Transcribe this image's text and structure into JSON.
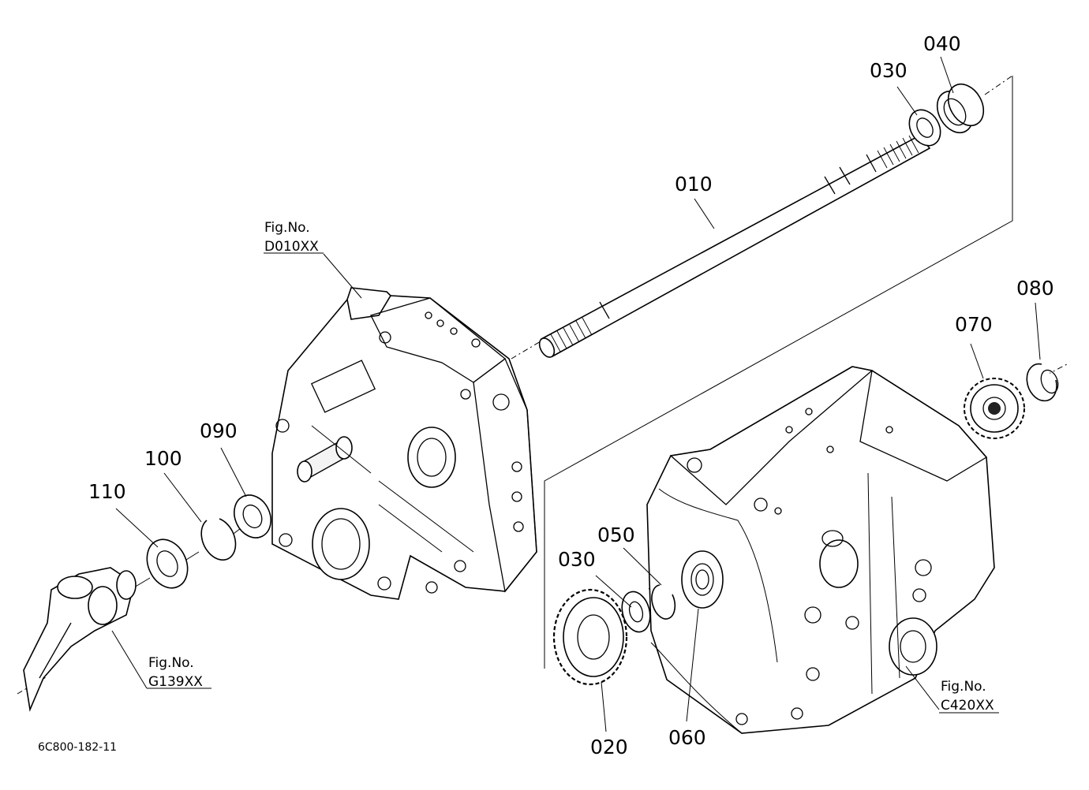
{
  "diagram": {
    "drawing_code": "6C800-182-11",
    "part_numbers": {
      "p010": "010",
      "p020": "020",
      "p030a": "030",
      "p030b": "030",
      "p040": "040",
      "p050": "050",
      "p060": "060",
      "p070": "070",
      "p080": "080",
      "p090": "090",
      "p100": "100",
      "p110": "110"
    },
    "figure_refs": [
      {
        "title": "Fig.No.",
        "code": "D010XX"
      },
      {
        "title": "Fig.No.",
        "code": "G139XX"
      },
      {
        "title": "Fig.No.",
        "code": "C420XX"
      }
    ]
  }
}
